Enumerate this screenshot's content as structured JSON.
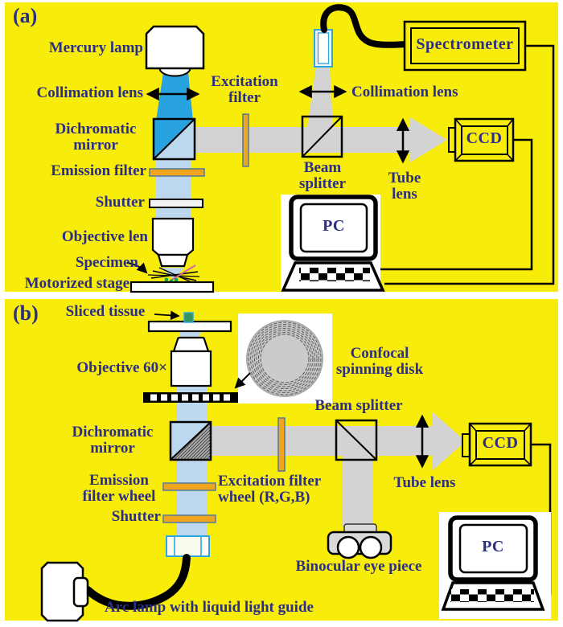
{
  "figure": {
    "panel_a": {
      "tag": "(a)",
      "labels": {
        "mercury_lamp": "Mercury lamp",
        "collimation_lens_left": "Collimation lens",
        "excitation_filter": "Excitation filter",
        "collimation_lens_right": "Collimation lens",
        "spectrometer": "Spectrometer",
        "dichromatic_mirror": "Dichromatic mirror",
        "emission_filter": "Emission filter",
        "beam_splitter": "Beam splitter",
        "shutter": "Shutter",
        "tube_lens": "Tube lens",
        "ccd": "CCD",
        "pc": "PC",
        "objective_len": "Objective len",
        "specimen": "Specimen",
        "motorized_stage": "Motorized stage"
      }
    },
    "panel_b": {
      "tag": "(b)",
      "labels": {
        "sliced_tissue": "Sliced tissue",
        "objective_60x": "Objective 60×",
        "confocal_spinning_disk": "Confocal spinning disk",
        "beam_splitter": "Beam splitter",
        "dichromatic_mirror": "Dichromatic mirror",
        "emission_filter_wheel": "Emission filter wheel",
        "excitation_filter_wheel": "Excitation filter wheel (R,G,B)",
        "shutter": "Shutter",
        "tube_lens": "Tube lens",
        "ccd": "CCD",
        "pc": "PC",
        "binocular_eye_piece": "Binocular eye piece",
        "arc_lamp": "Arc lamp with liquid light guide"
      }
    },
    "colors": {
      "panel_background": "#f8ec0b",
      "label_text": "#2b2e83",
      "excitation_beam_blue": "#29a3df",
      "emission_beam_pale_blue": "#bdd7ee",
      "detection_beam_gray": "#d3d3d3",
      "filter_orange": "#f0a51e",
      "filter_border": "#5a7d96",
      "outline_black": "#000000",
      "specimen_green": "#0ca54f",
      "specimen_pink": "#d4679c",
      "tissue_green": "#36945f",
      "coupler_blue": "#2da7df"
    }
  }
}
